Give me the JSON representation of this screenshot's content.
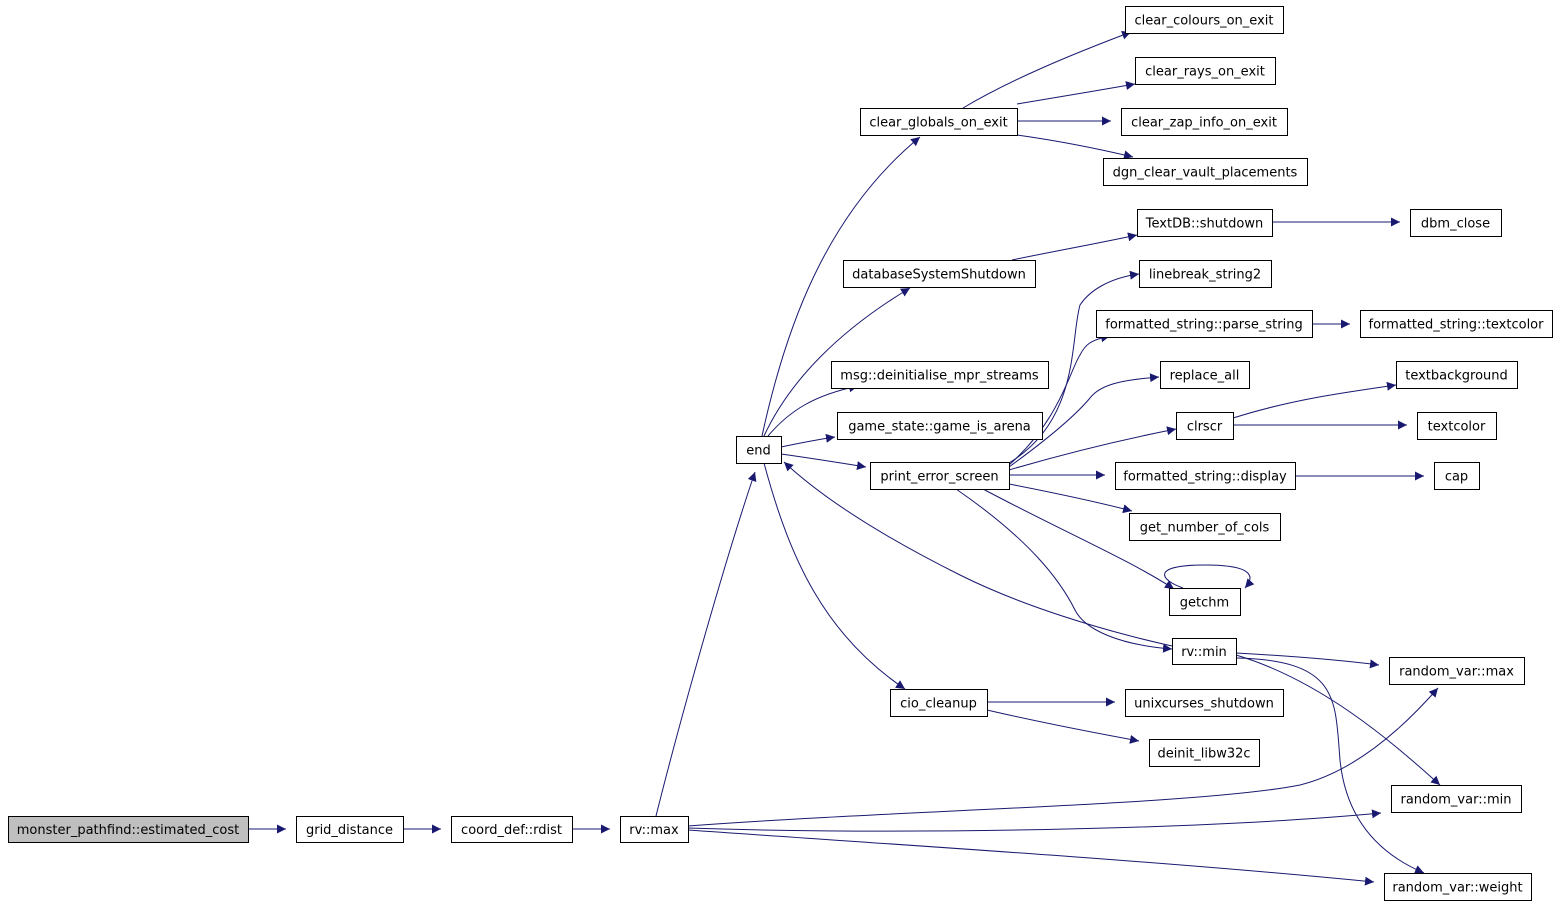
{
  "graph": {
    "colors": {
      "edge": "#191970",
      "node_border": "#000000",
      "root_fill": "#bfbfbf",
      "node_fill": "#ffffff"
    },
    "root": "monster_pathfind",
    "nodes": [
      {
        "id": "monster_pathfind",
        "label": "monster_pathfind::estimated_cost"
      },
      {
        "id": "grid_distance",
        "label": "grid_distance"
      },
      {
        "id": "coord_rdist",
        "label": "coord_def::rdist"
      },
      {
        "id": "rv_max",
        "label": "rv::max"
      },
      {
        "id": "end",
        "label": "end"
      },
      {
        "id": "clear_globals",
        "label": "clear_globals_on_exit"
      },
      {
        "id": "clear_colours",
        "label": "clear_colours_on_exit"
      },
      {
        "id": "clear_rays",
        "label": "clear_rays_on_exit"
      },
      {
        "id": "clear_zap",
        "label": "clear_zap_info_on_exit"
      },
      {
        "id": "dgn_clear",
        "label": "dgn_clear_vault_placements"
      },
      {
        "id": "db_shutdown",
        "label": "databaseSystemShutdown"
      },
      {
        "id": "textdb_shutdown",
        "label": "TextDB::shutdown"
      },
      {
        "id": "dbm_close",
        "label": "dbm_close"
      },
      {
        "id": "msg_deinit",
        "label": "msg::deinitialise_mpr_streams"
      },
      {
        "id": "game_arena",
        "label": "game_state::game_is_arena"
      },
      {
        "id": "print_error",
        "label": "print_error_screen"
      },
      {
        "id": "linebreak",
        "label": "linebreak_string2"
      },
      {
        "id": "fs_parse",
        "label": "formatted_string::parse_string"
      },
      {
        "id": "fs_textcolor",
        "label": "formatted_string::textcolor"
      },
      {
        "id": "replace_all",
        "label": "replace_all"
      },
      {
        "id": "clrscr",
        "label": "clrscr"
      },
      {
        "id": "textbackground",
        "label": "textbackground"
      },
      {
        "id": "textcolor",
        "label": "textcolor"
      },
      {
        "id": "fs_display",
        "label": "formatted_string::display"
      },
      {
        "id": "cap",
        "label": "cap"
      },
      {
        "id": "get_cols",
        "label": "get_number_of_cols"
      },
      {
        "id": "getchm",
        "label": "getchm"
      },
      {
        "id": "rv_min",
        "label": "rv::min"
      },
      {
        "id": "rvar_max",
        "label": "random_var::max"
      },
      {
        "id": "cio_cleanup",
        "label": "cio_cleanup"
      },
      {
        "id": "unixcurses",
        "label": "unixcurses_shutdown"
      },
      {
        "id": "deinit_libw32c",
        "label": "deinit_libw32c"
      },
      {
        "id": "rvar_min",
        "label": "random_var::min"
      },
      {
        "id": "rvar_weight",
        "label": "random_var::weight"
      }
    ],
    "edges": [
      {
        "from": "monster_pathfind",
        "to": "grid_distance"
      },
      {
        "from": "grid_distance",
        "to": "coord_rdist"
      },
      {
        "from": "coord_rdist",
        "to": "rv_max"
      },
      {
        "from": "rv_max",
        "to": "end"
      },
      {
        "from": "rv_max",
        "to": "rvar_max"
      },
      {
        "from": "rv_max",
        "to": "rvar_min"
      },
      {
        "from": "rv_max",
        "to": "rvar_weight"
      },
      {
        "from": "end",
        "to": "clear_globals"
      },
      {
        "from": "end",
        "to": "db_shutdown"
      },
      {
        "from": "end",
        "to": "msg_deinit"
      },
      {
        "from": "end",
        "to": "game_arena"
      },
      {
        "from": "end",
        "to": "print_error"
      },
      {
        "from": "end",
        "to": "cio_cleanup"
      },
      {
        "from": "clear_globals",
        "to": "clear_colours"
      },
      {
        "from": "clear_globals",
        "to": "clear_rays"
      },
      {
        "from": "clear_globals",
        "to": "clear_zap"
      },
      {
        "from": "clear_globals",
        "to": "dgn_clear"
      },
      {
        "from": "db_shutdown",
        "to": "textdb_shutdown"
      },
      {
        "from": "textdb_shutdown",
        "to": "dbm_close"
      },
      {
        "from": "print_error",
        "to": "linebreak"
      },
      {
        "from": "print_error",
        "to": "fs_parse"
      },
      {
        "from": "print_error",
        "to": "replace_all"
      },
      {
        "from": "print_error",
        "to": "clrscr"
      },
      {
        "from": "print_error",
        "to": "fs_display"
      },
      {
        "from": "print_error",
        "to": "get_cols"
      },
      {
        "from": "print_error",
        "to": "getchm"
      },
      {
        "from": "print_error",
        "to": "rv_min"
      },
      {
        "from": "fs_parse",
        "to": "fs_textcolor"
      },
      {
        "from": "clrscr",
        "to": "textbackground"
      },
      {
        "from": "clrscr",
        "to": "textcolor"
      },
      {
        "from": "fs_display",
        "to": "cap"
      },
      {
        "from": "getchm",
        "to": "getchm"
      },
      {
        "from": "rv_min",
        "to": "end"
      },
      {
        "from": "rv_min",
        "to": "rvar_max"
      },
      {
        "from": "rv_min",
        "to": "rvar_min"
      },
      {
        "from": "rv_min",
        "to": "rvar_weight"
      },
      {
        "from": "cio_cleanup",
        "to": "unixcurses"
      },
      {
        "from": "cio_cleanup",
        "to": "deinit_libw32c"
      }
    ]
  }
}
